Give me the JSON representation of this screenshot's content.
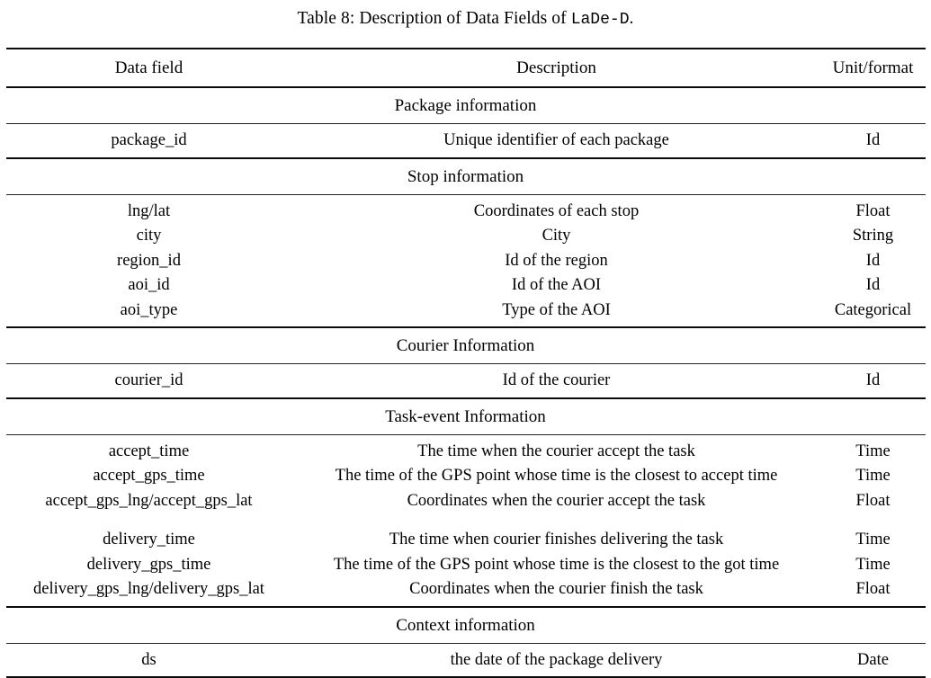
{
  "caption": {
    "prefix": "Table 8: Description of Data Fields of ",
    "mono": "LaDe-D",
    "suffix": "."
  },
  "table": {
    "columns": [
      "Data field",
      "Description",
      "Unit/format"
    ],
    "sections": [
      {
        "title": "Package information",
        "rows": [
          {
            "field": "package_id",
            "description": "Unique identifier of each package",
            "unit": "Id"
          }
        ]
      },
      {
        "title": "Stop information",
        "rows": [
          {
            "field": "lng/lat",
            "description": "Coordinates of each stop",
            "unit": "Float"
          },
          {
            "field": "city",
            "description": "City",
            "unit": "String"
          },
          {
            "field": "region_id",
            "description": "Id of the region",
            "unit": "Id"
          },
          {
            "field": "aoi_id",
            "description": "Id of the AOI",
            "unit": "Id"
          },
          {
            "field": "aoi_type",
            "description": "Type of the AOI",
            "unit": "Categorical"
          }
        ]
      },
      {
        "title": "Courier Information",
        "rows": [
          {
            "field": "courier_id",
            "description": "Id of the courier",
            "unit": "Id"
          }
        ]
      },
      {
        "title": "Task-event Information",
        "rows": [
          {
            "field": "accept_time",
            "description": "The time when the courier accept the task",
            "unit": "Time"
          },
          {
            "field": "accept_gps_time",
            "description": "The time of the GPS point whose time is the closest to accept time",
            "unit": "Time"
          },
          {
            "field": "accept_gps_lng/accept_gps_lat",
            "description": "Coordinates when the courier accept the task",
            "unit": "Float"
          },
          {
            "field": "delivery_time",
            "description": "The time when courier finishes delivering the task",
            "unit": "Time"
          },
          {
            "field": "delivery_gps_time",
            "description": "The time of the GPS point whose time is the closest to the got time",
            "unit": "Time"
          },
          {
            "field": "delivery_gps_lng/delivery_gps_lat",
            "description": "Coordinates when the courier finish the task",
            "unit": "Float"
          }
        ]
      },
      {
        "title": "Context information",
        "rows": [
          {
            "field": "ds",
            "description": "the date of the package delivery",
            "unit": "Date"
          }
        ]
      }
    ]
  }
}
